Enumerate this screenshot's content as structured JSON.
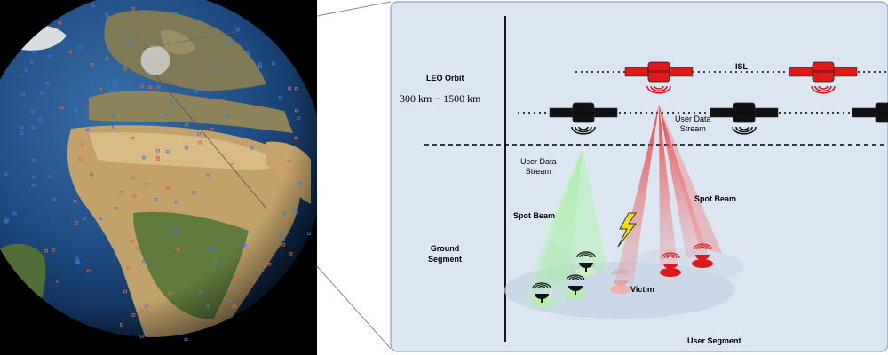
{
  "labels": {
    "leo_orbit": "LEO Orbit",
    "altitude_range": "300 km − 1500 km",
    "isl": "ISL",
    "user_data_stream_top": "User Data\nStream",
    "user_data_stream_left": "User Data\nStream",
    "spot_beam_left": "Spot Beam",
    "spot_beam_right": "Spot Beam",
    "ground_segment": "Ground\nSegment",
    "victim": "Victim",
    "user_segment": "User Segment"
  },
  "colors": {
    "panel_bg": "#dbe6f2",
    "panel_border": "#8aa3bd",
    "attacker_red": "#e01818",
    "legit_green": "#7fe07f",
    "lightning_yellow": "#f5e000",
    "victim_pink": "#f0a0a0"
  },
  "icons": {
    "satellite": "satellite-icon",
    "ground_station": "ground-station-icon",
    "lightning": "lightning-icon",
    "globe": "earth-globe"
  }
}
